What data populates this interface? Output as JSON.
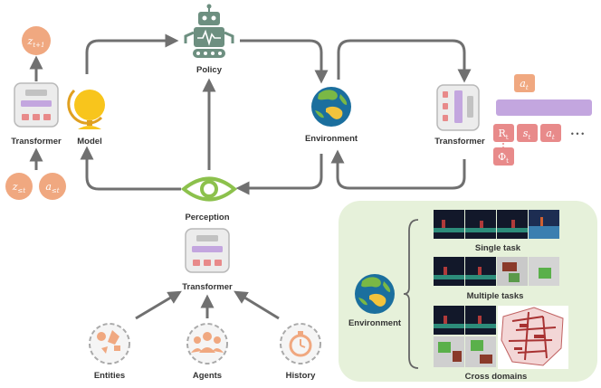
{
  "nodes": {
    "policy": "Policy",
    "model": "Model",
    "transformer_left": "Transformer",
    "environment_top": "Environment",
    "transformer_right": "Transformer",
    "perception": "Perception",
    "transformer_bottom": "Transformer",
    "entities": "Entities",
    "agents": "Agents",
    "history": "History",
    "environment_panel": "Environment"
  },
  "symbols": {
    "z_next": {
      "base": "z",
      "sub": "t+1"
    },
    "z_le": {
      "base": "z",
      "sub": "≤t"
    },
    "a_le": {
      "base": "a",
      "sub": "≤t"
    },
    "a_t_top": {
      "base": "a",
      "sub": "t"
    },
    "R_t": {
      "base": "R",
      "sub": "t"
    },
    "s_t": {
      "base": "s",
      "sub": "t"
    },
    "a_t": {
      "base": "a",
      "sub": "t"
    },
    "Phi_t": {
      "base": "Φ",
      "sub": "t"
    },
    "ellipsis": "• • •"
  },
  "panel": {
    "single_task": "Single task",
    "multiple_tasks": "Multiple tasks",
    "cross_domains": "Cross domains"
  },
  "colors": {
    "orange": "#f0a880",
    "pink": "#e88a8a",
    "purple": "#c3a6df",
    "green": "#8cc14c",
    "arrow": "#707070",
    "panel_bg": "#e6f1da",
    "device": "#ececec"
  }
}
